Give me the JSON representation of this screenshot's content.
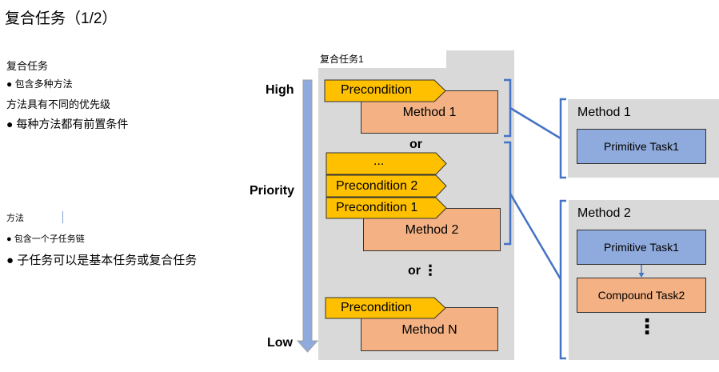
{
  "slide": {
    "title": "复合任务（1/2）"
  },
  "notes": {
    "compound_task_heading": "复合任务",
    "bullet_multiple_methods": "● 包含多种方法",
    "methods_priority": "方法具有不同的优先级",
    "bullet_preconditions": "● 每种方法都有前置条件",
    "method_heading": "方法",
    "bullet_subtask_chain": "● 包含一个子任务链",
    "bullet_subtask_types": "● 子任务可以是基本任务或复合任务"
  },
  "priority_axis": {
    "high_label": "High",
    "priority_label": "Priority",
    "low_label": "Low",
    "color": "#8faadc"
  },
  "compound_task_panel": {
    "caption": "复合任务1",
    "methods": [
      {
        "precondition_labels": [
          "Precondition"
        ],
        "method_label": "Method 1"
      },
      {
        "precondition_labels": [
          "...",
          "Precondition 2",
          "Precondition 1"
        ],
        "method_label": "Method 2"
      },
      {
        "precondition_labels": [
          "Precondition"
        ],
        "method_label": "Method N"
      }
    ],
    "separator_label": "or",
    "ellipsis": "⋮"
  },
  "method_details": [
    {
      "title": "Method 1",
      "subtasks": [
        {
          "label": "Primitive Task1",
          "type": "primitive"
        }
      ]
    },
    {
      "title": "Method 2",
      "subtasks": [
        {
          "label": "Primitive Task1",
          "type": "primitive"
        },
        {
          "label": "Compound Task2",
          "type": "compound"
        }
      ],
      "more": "⋮"
    }
  ],
  "colors": {
    "precondition": "#ffc000",
    "method": "#f4b183",
    "primitive_task": "#8faadc",
    "panel": "#d9d9d9",
    "bracket": "#4472c4"
  }
}
